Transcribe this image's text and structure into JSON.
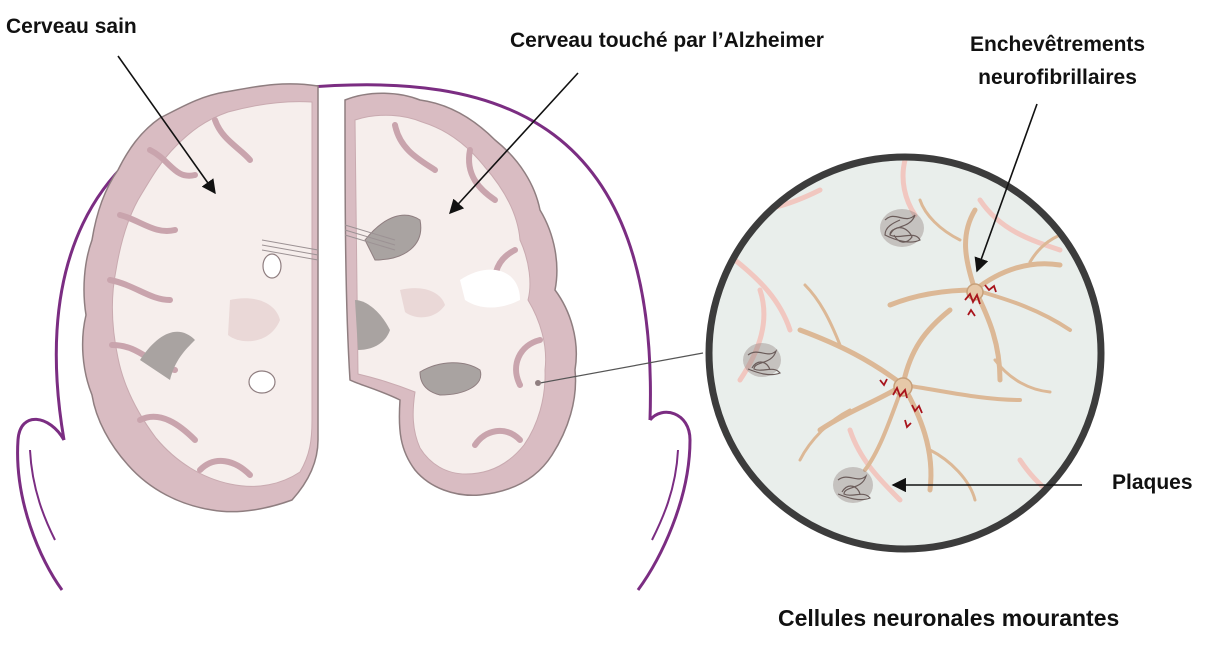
{
  "labels": {
    "healthy_brain": "Cerveau sain",
    "alzheimer_brain": "Cerveau touché par l’Alzheimer",
    "tangles_line1": "Enchevêtrements",
    "tangles_line2": "neurofibrillaires",
    "plaques": "Plaques",
    "dying_neurons": "Cellules neuronales mourantes"
  },
  "colors": {
    "head_outline": "#7b2d82",
    "cortex_grey_matter": "#d9bcc2",
    "white_matter": "#f6eeec",
    "ventricle": "#a9a3a1",
    "neuron": "#dcb896",
    "tangle": "#a8141c",
    "plaque": "#6b5c5a",
    "lens_background": "#e9eeeb",
    "lens_border": "#3c3c3c"
  }
}
